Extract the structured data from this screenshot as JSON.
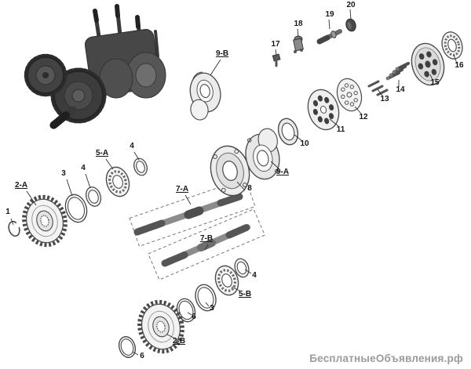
{
  "figure": {
    "kind": "exploded-parts-diagram",
    "subject": "hydraulic pump / gearbox exploded view with assembled unit at top-left"
  },
  "palette": {
    "background": "#ffffff",
    "line": "#4a4a4a",
    "dark_metal": "#3f3f3f",
    "label_text": "#161616",
    "watermark_gray": "#9b9b9b"
  },
  "watermark": {
    "text": "БесплатныеОбъявления.рф"
  },
  "labels": [
    {
      "text": "1",
      "part": "snap-ring"
    },
    {
      "text": "2-A",
      "part": "gear"
    },
    {
      "text": "3",
      "part": "seal-ring"
    },
    {
      "text": "4",
      "part": "washer"
    },
    {
      "text": "5-A",
      "part": "ball-bearing"
    },
    {
      "text": "4",
      "part": "washer"
    },
    {
      "text": "7-A",
      "part": "splined-shaft"
    },
    {
      "text": "7-B",
      "part": "splined-shaft"
    },
    {
      "text": "8",
      "part": "mounting-flange"
    },
    {
      "text": "9-A",
      "part": "housing-section"
    },
    {
      "text": "9-B",
      "part": "housing-section"
    },
    {
      "text": "10",
      "part": "seal-ring"
    },
    {
      "text": "11",
      "part": "cylinder-block"
    },
    {
      "text": "12",
      "part": "valve-plate"
    },
    {
      "text": "13",
      "part": "pin-set"
    },
    {
      "text": "14",
      "part": "piston-set"
    },
    {
      "text": "15",
      "part": "cylinder-barrel"
    },
    {
      "text": "16",
      "part": "ball-bearing"
    },
    {
      "text": "17",
      "part": "plug-bolt"
    },
    {
      "text": "18",
      "part": "valve"
    },
    {
      "text": "19",
      "part": "coupling-shaft"
    },
    {
      "text": "20",
      "part": "cap"
    },
    {
      "text": "4",
      "part": "washer"
    },
    {
      "text": "5-B",
      "part": "ball-bearing"
    },
    {
      "text": "3",
      "part": "seal-ring"
    },
    {
      "text": "6",
      "part": "ring"
    },
    {
      "text": "2-B",
      "part": "gear"
    },
    {
      "text": "6",
      "part": "ring"
    }
  ]
}
